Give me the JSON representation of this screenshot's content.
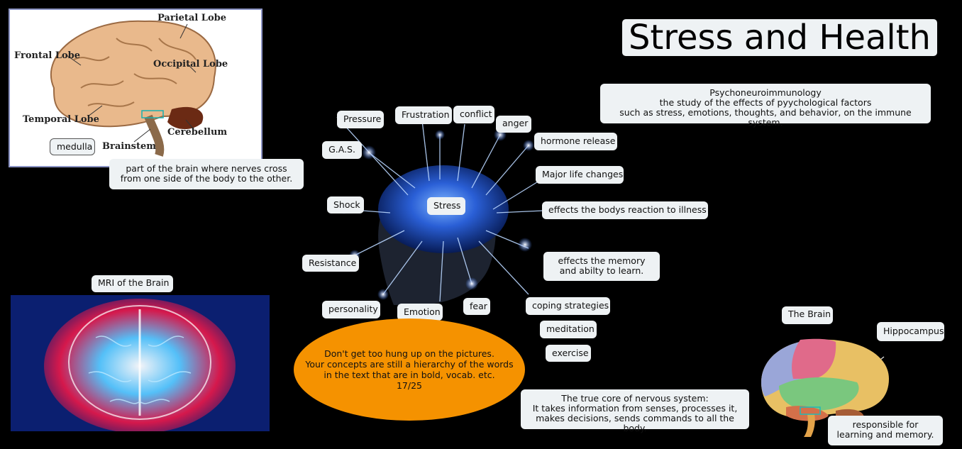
{
  "title": "Stress and Health",
  "colors": {
    "background": "#000000",
    "node_fill": "#eef2f4",
    "note_fill": "#f59200"
  },
  "images": {
    "brain_lobes": {
      "icon": "brain-lobes-diagram",
      "labels": [
        "Parietal Lobe",
        "Frontal Lobe",
        "Occipital Lobe",
        "Temporal Lobe",
        "Cerebellum",
        "Brainstem"
      ]
    },
    "central": {
      "icon": "glowing-brain-head"
    },
    "mri": {
      "icon": "mri-scan-image"
    },
    "brain_right": {
      "icon": "colored-brain-diagram"
    }
  },
  "central_node": "Stress",
  "concepts": {
    "pressure": "Pressure",
    "frustration": "Frustration",
    "conflict": "conflict",
    "anger": "anger",
    "hormone_release": "hormone release",
    "gas": "G.A.S.",
    "major_life_changes": "Major life changes",
    "shock": "Shock",
    "illness": "effects the bodys reaction to illness",
    "memory": "effects the memory and abilty to learn.",
    "resistance": "Resistance",
    "personality": "personality",
    "emotion": "Emotion",
    "fear": "fear",
    "coping": "coping strategies",
    "meditation": "meditation",
    "exercise": "exercise"
  },
  "notes": {
    "psycho": "Psychoneuroimmunology\nthe study of the effects of pyychological factors\nsuch as stress, emotions, thoughts, and behavior, on the immune system.",
    "medulla": "medulla",
    "medulla_def": "part of the brain where nerves cross from one side of the body to the other.",
    "mri_label": "MRI of the Brain",
    "brain_label": "The Brain",
    "hippocampus": "Hippocampus",
    "hippocampus_def": "responsible for learning and memory.",
    "core": "The true core of nervous system:\nIt takes information from senses, processes it,\nmakes decisions, sends commands to all the body.",
    "oval": "Don't get too hung up on the pictures.\nYour concepts are still a hierarchy of the words\nin the text that are in bold, vocab. etc.\n17/25"
  }
}
